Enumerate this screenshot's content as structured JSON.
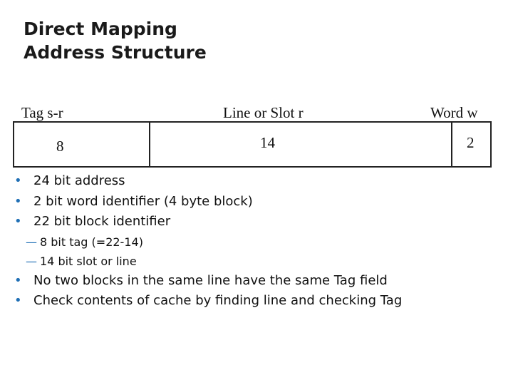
{
  "title": {
    "line1": "Direct Mapping",
    "line2": "Address Structure"
  },
  "address": {
    "fields": [
      {
        "label": "Tag  s-r",
        "value": "8"
      },
      {
        "label": "Line or Slot  r",
        "value": "14"
      },
      {
        "label": "Word  w",
        "value": "2"
      }
    ]
  },
  "bullets": [
    {
      "text": "24 bit address"
    },
    {
      "text": "2 bit word identifier (4 byte block)"
    },
    {
      "text": "22 bit block identifier"
    },
    {
      "text": "8 bit tag (=22-14)",
      "marker": "—"
    },
    {
      "text": "14 bit slot or line",
      "marker": "—"
    },
    {
      "text": "No two blocks in the same line have the same Tag field"
    },
    {
      "text": "Check contents of cache by finding line and checking Tag"
    }
  ],
  "colors": {
    "bullet": "#1f6fb5",
    "text": "#111111"
  }
}
